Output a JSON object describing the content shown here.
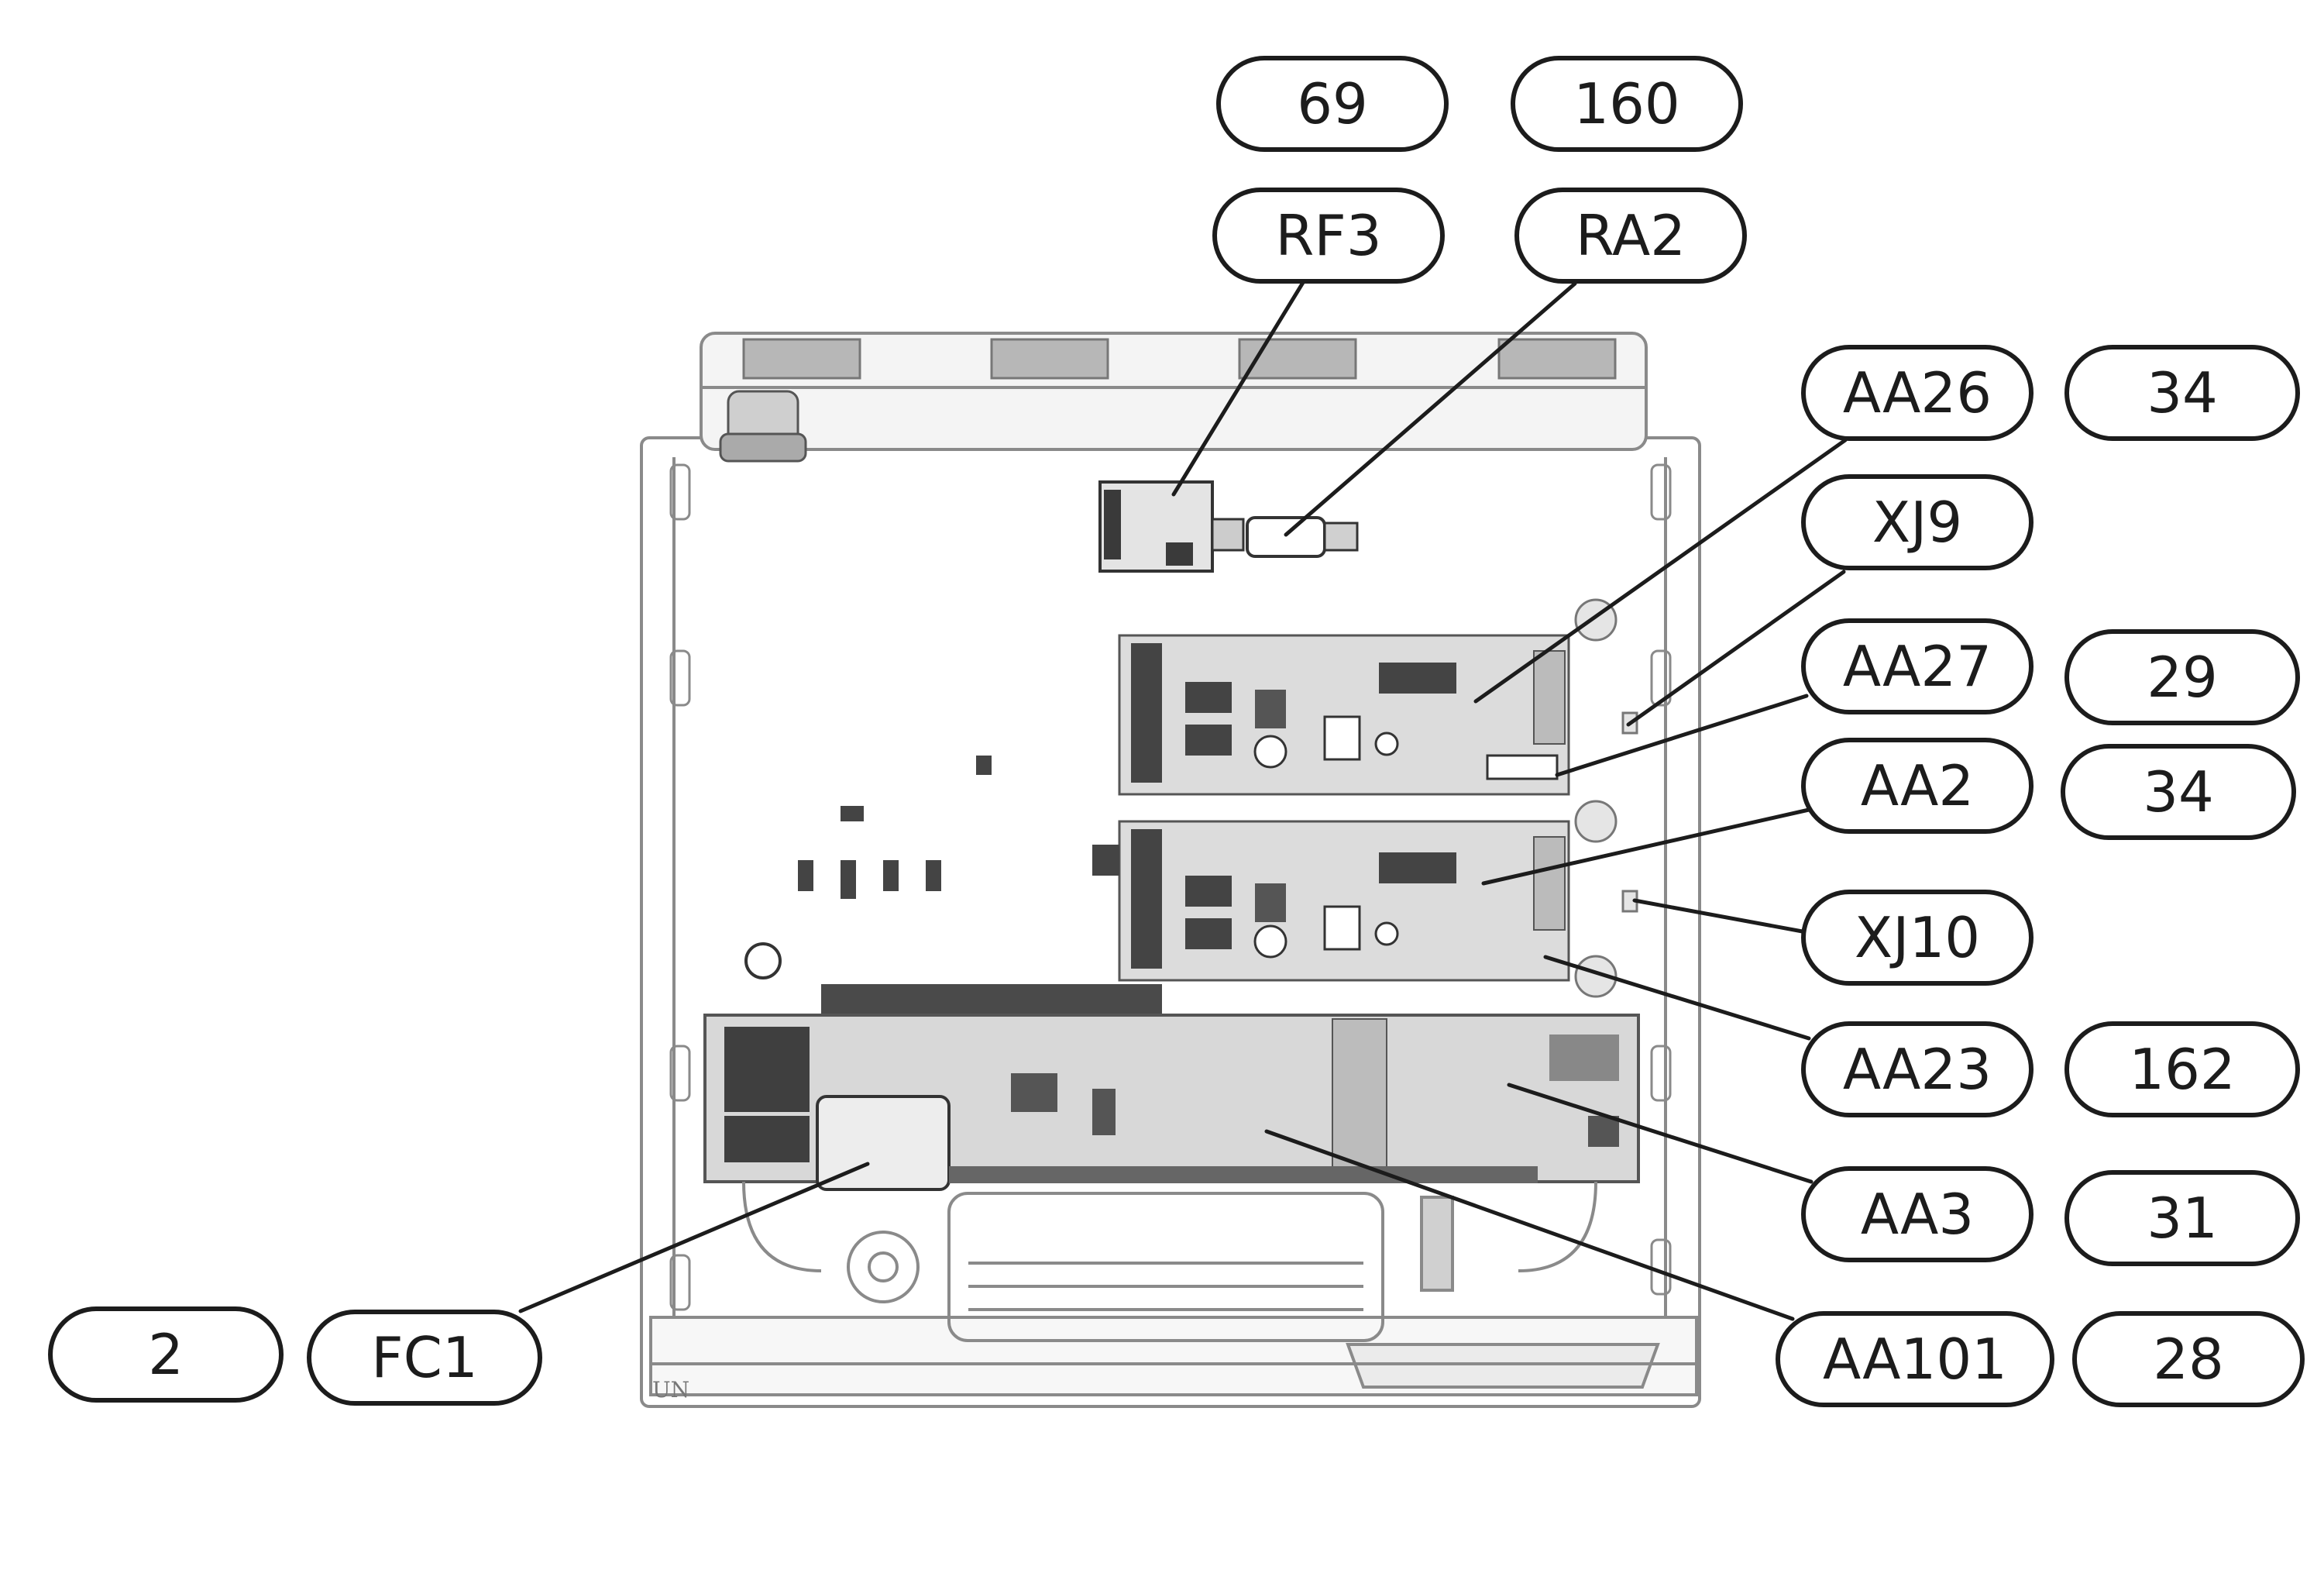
{
  "callouts": {
    "l69": "69",
    "l160": "160",
    "rf3": "RF3",
    "ra2": "RA2",
    "aa26": "AA26",
    "n34a": "34",
    "xj9": "XJ9",
    "aa27": "AA27",
    "n29": "29",
    "aa2": "AA2",
    "n34b": "34",
    "xj10": "XJ10",
    "aa23": "AA23",
    "n162": "162",
    "aa3": "AA3",
    "n31": "31",
    "aa101": "AA101",
    "n28": "28",
    "n2": "2",
    "fc1": "FC1"
  },
  "marking": "UN",
  "colors": {
    "outline": "#1c1c1c",
    "cabinet_line": "#8a8a8a",
    "board_fill": "#d9d9d9",
    "component_dark": "#3a3a3a",
    "background": "#ffffff"
  }
}
